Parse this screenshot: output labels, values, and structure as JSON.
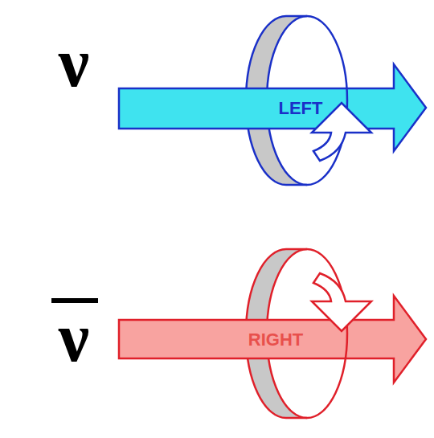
{
  "diagram": {
    "labels": [
      "ν",
      "LEFT",
      "ν",
      "RIGHT"
    ]
  }
}
